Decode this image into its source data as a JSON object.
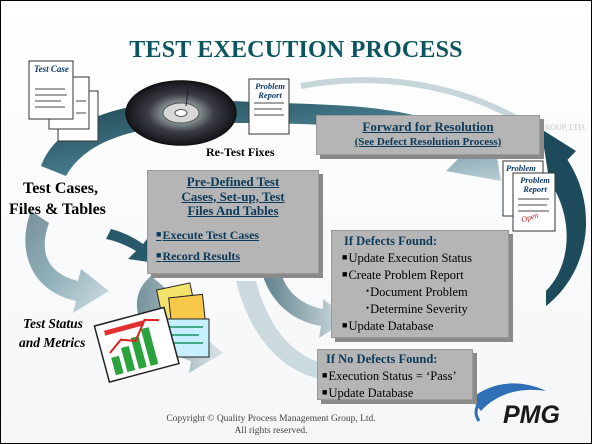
{
  "title": "TEST EXECUTION PROCESS",
  "test_case_doc_label": "Test Case",
  "problem_report_label": "Problem Report",
  "problem_report_label_2": "Problem Report",
  "problem_label": "Problem",
  "open_stamp": "Open",
  "retest_fixes": "Re-Test Fixes",
  "test_cases_files_tables": [
    "Test Cases,",
    "Files & Tables"
  ],
  "test_status_metrics": [
    "Test Status",
    "and Metrics"
  ],
  "forward": {
    "heading": "Forward for Resolution",
    "subheading": "(See Defect Resolution Process)"
  },
  "predefined": {
    "heading_lines": [
      "Pre-Defined Test",
      "Cases, Set-up, Test",
      "Files And Tables"
    ],
    "items": [
      "Execute Test Cases",
      "Record Results"
    ]
  },
  "defects_found": {
    "heading": "If Defects Found:",
    "items": [
      {
        "text": "Update Execution Status",
        "indent": false
      },
      {
        "text": "Create Problem Report",
        "indent": false
      },
      {
        "text": "Document Problem",
        "indent": true
      },
      {
        "text": "Determine Severity",
        "indent": true
      },
      {
        "text": "Update Database",
        "indent": false
      }
    ]
  },
  "no_defects": {
    "heading": "If No Defects Found:",
    "items": [
      "Execution Status = ‘Pass’",
      "Update Database"
    ]
  },
  "copyright_lines": [
    "Copyright © Quality Process Management Group, Ltd.",
    "All rights reserved."
  ],
  "faded_group_text": "GROUP, LTD.",
  "logo_text": "PMG",
  "colors": {
    "title": "#0b5560",
    "arrow": "#1e4b5c",
    "panel": "#b5b5b5",
    "heading": "#0b3a5a"
  }
}
